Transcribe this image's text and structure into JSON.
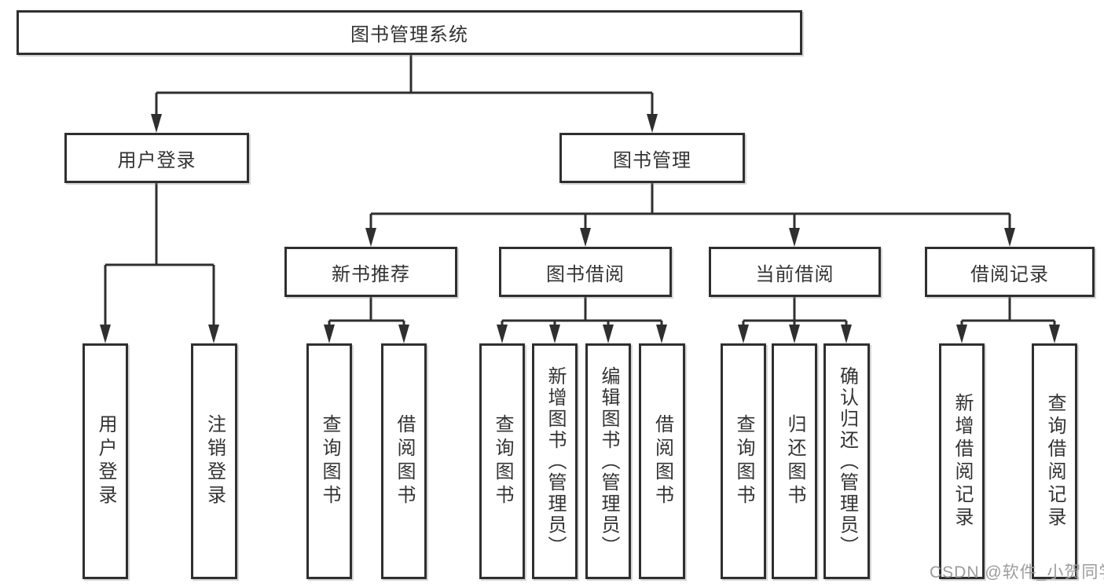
{
  "diagram_title": "图书管理系统",
  "colors": {
    "line": "#2f2f2f",
    "box_border": "#2f2f2f",
    "box_background": "#ffffff",
    "text": "#333333",
    "watermark": "#9c9c9c"
  },
  "nodes": {
    "root": {
      "label": "图书管理系统"
    },
    "user_login": {
      "label": "用户登录"
    },
    "book_manage": {
      "label": "图书管理"
    },
    "new_book_recommend": {
      "label": "新书推荐"
    },
    "book_borrow": {
      "label": "图书借阅"
    },
    "current_borrow": {
      "label": "当前借阅"
    },
    "borrow_record": {
      "label": "借阅记录"
    },
    "leaf_user_login": {
      "label": "用户登录"
    },
    "leaf_logout": {
      "label": "注销登录"
    },
    "leaf_rec_query_book": {
      "label": "查询图书"
    },
    "leaf_rec_borrow_book": {
      "label": "借阅图书"
    },
    "leaf_bor_query_book": {
      "label": "查询图书"
    },
    "leaf_bor_add_book": {
      "label": "新增图书（管理员）"
    },
    "leaf_bor_edit_book": {
      "label": "编辑图书（管理员）"
    },
    "leaf_bor_borrow_book": {
      "label": "借阅图书"
    },
    "leaf_cur_query_book": {
      "label": "查询图书"
    },
    "leaf_cur_return_book": {
      "label": "归还图书"
    },
    "leaf_cur_confirm_return": {
      "label": "确认归还（管理员）"
    },
    "leaf_rcd_add_record": {
      "label": "新增借阅记录"
    },
    "leaf_rcd_query_record": {
      "label": "查询借阅记录"
    }
  },
  "tree": {
    "label": "图书管理系统",
    "children": [
      {
        "label": "用户登录",
        "children": [
          {
            "label": "用户登录"
          },
          {
            "label": "注销登录"
          }
        ]
      },
      {
        "label": "图书管理",
        "children": [
          {
            "label": "新书推荐",
            "children": [
              {
                "label": "查询图书"
              },
              {
                "label": "借阅图书"
              }
            ]
          },
          {
            "label": "图书借阅",
            "children": [
              {
                "label": "查询图书"
              },
              {
                "label": "新增图书（管理员）"
              },
              {
                "label": "编辑图书（管理员）"
              },
              {
                "label": "借阅图书"
              }
            ]
          },
          {
            "label": "当前借阅",
            "children": [
              {
                "label": "查询图书"
              },
              {
                "label": "归还图书"
              },
              {
                "label": "确认归还（管理员）"
              }
            ]
          },
          {
            "label": "借阅记录",
            "children": [
              {
                "label": "新增借阅记录"
              },
              {
                "label": "查询借阅记录"
              }
            ]
          }
        ]
      }
    ]
  },
  "watermark": {
    "text": "CSDN @软件_小贺同学"
  }
}
